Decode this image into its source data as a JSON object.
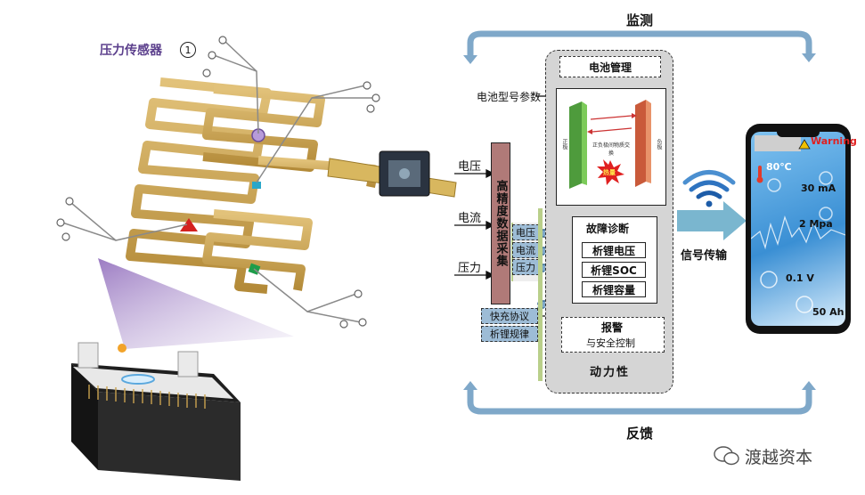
{
  "top_label": "监测",
  "bottom_label": "反馈",
  "sensor_label": "压力传感器",
  "sensor_number": "1",
  "battery_management": "电池管理",
  "battery_model_param": "电池型号参数",
  "cell_text": {
    "left_electrode": "正极",
    "right_electrode": "负极",
    "middle": "正负极间物质交换",
    "heat": "热量"
  },
  "inputs": [
    "电压",
    "电流",
    "压力"
  ],
  "acquisition": "高精度数据采集",
  "mini_inputs": [
    "电压",
    "电流",
    "压力"
  ],
  "fast_charge": "快充协议",
  "li_rule": "析锂规律",
  "fault_diag": {
    "title": "故障诊断",
    "items": [
      "析锂电压",
      "析锂SOC",
      "析锂容量"
    ]
  },
  "alarm": {
    "title": "报警",
    "subtitle": "与安全控制"
  },
  "dynamics": "动力性",
  "signal_transmission": "信号传输",
  "phone": {
    "warning": "Warning",
    "temperature": "80℃",
    "current": "30 mA",
    "pressure": "2 Mpa",
    "voltage": "0.1 V",
    "capacity": "50 Ah"
  },
  "watermark": "渡越资本",
  "colors": {
    "arrow_blue": "#7fa8c9",
    "acquisition_fill": "#b07a78",
    "panel_fill": "#d5d5d5",
    "sensor_gold": "#c9a24e",
    "sensor_label": "#5b3f8c",
    "phone_screen": "#3a8fd4"
  }
}
